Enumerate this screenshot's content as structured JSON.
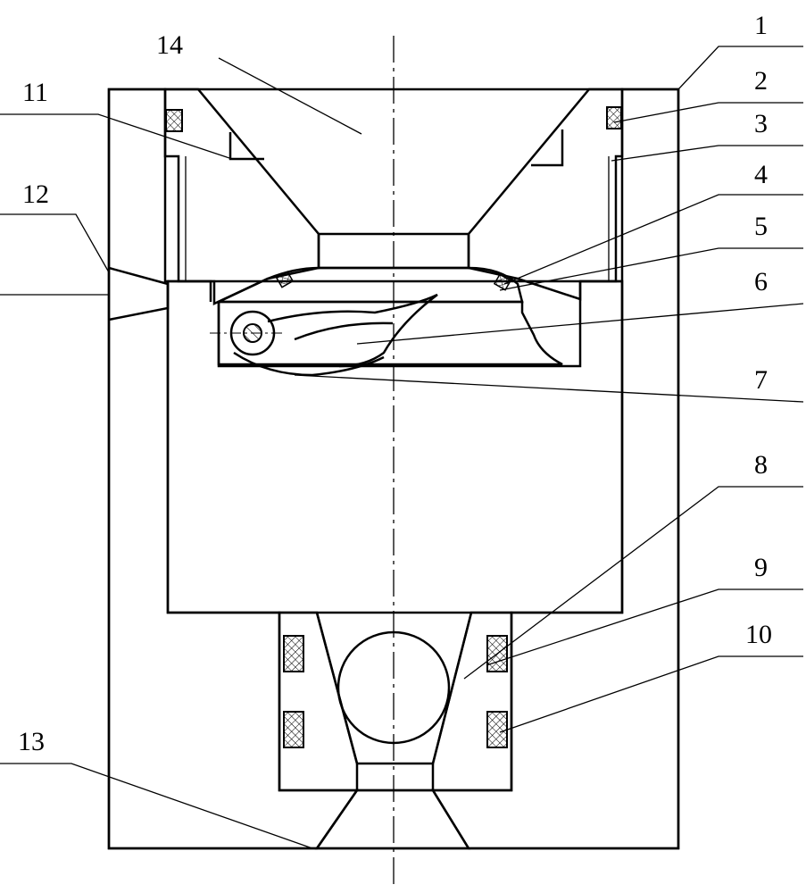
{
  "figure": {
    "labels": {
      "l1": "1",
      "l2": "2",
      "l3": "3",
      "l4": "4",
      "l5": "5",
      "l6": "6",
      "l7": "7",
      "l8": "8",
      "l9": "9",
      "l10": "10",
      "l11": "11",
      "l12": "12",
      "l13": "13",
      "l14": "14"
    }
  }
}
